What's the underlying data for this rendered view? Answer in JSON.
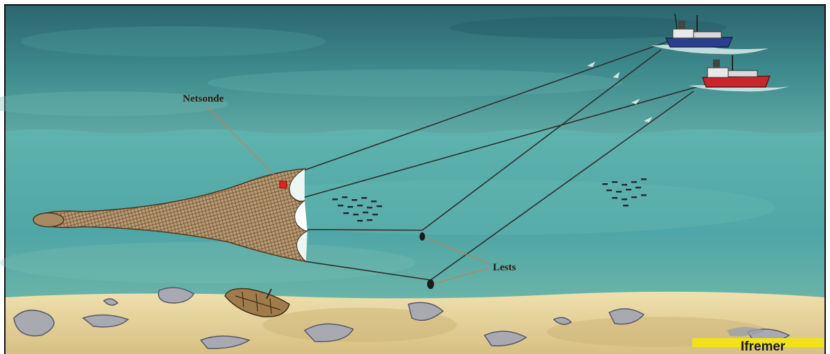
{
  "labels": {
    "netsonde": "Netsonde",
    "lests": "Lests"
  },
  "logo": {
    "text": "Ifremer",
    "bar_color": "#f2e21a"
  },
  "colors": {
    "sky_top": "#2f6d78",
    "water": "#54aaa8",
    "seabed": "#e6d39c",
    "net": "#8a6f4e",
    "boat_blue": "#2b3f8f",
    "boat_red": "#c8262a",
    "sensor": "#e0241c"
  },
  "icons": [
    "boat-blue-icon",
    "boat-red-icon",
    "fish-school-icon",
    "shipwreck-icon",
    "rock-icon"
  ]
}
